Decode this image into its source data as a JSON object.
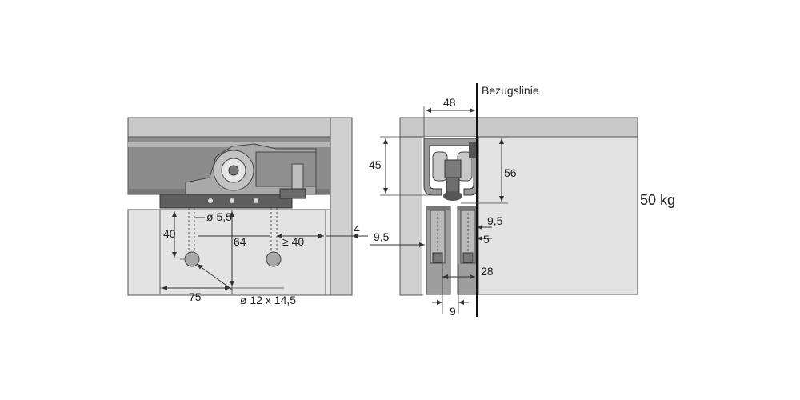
{
  "labels": {
    "reference_line": "Bezugslinie",
    "weight": "50 kg",
    "d48": "48",
    "d45": "45",
    "d56": "56",
    "d4": "4",
    "d9_5_left": "9,5",
    "d9_5_right": "9,5",
    "d5": "5",
    "d28": "28",
    "d9": "9",
    "d40": "40",
    "d5_5": "ø 5,5",
    "d64": "64",
    "dge40": "≥ 40",
    "d75": "75",
    "d12": "ø 12 x 14,5"
  },
  "colors": {
    "panel_light": "#e3e3e3",
    "panel_mid": "#c9c9c9",
    "rail_dark": "#8c8c8c",
    "metal": "#a8a8a8",
    "metal_dark": "#555555",
    "line": "#333333"
  }
}
